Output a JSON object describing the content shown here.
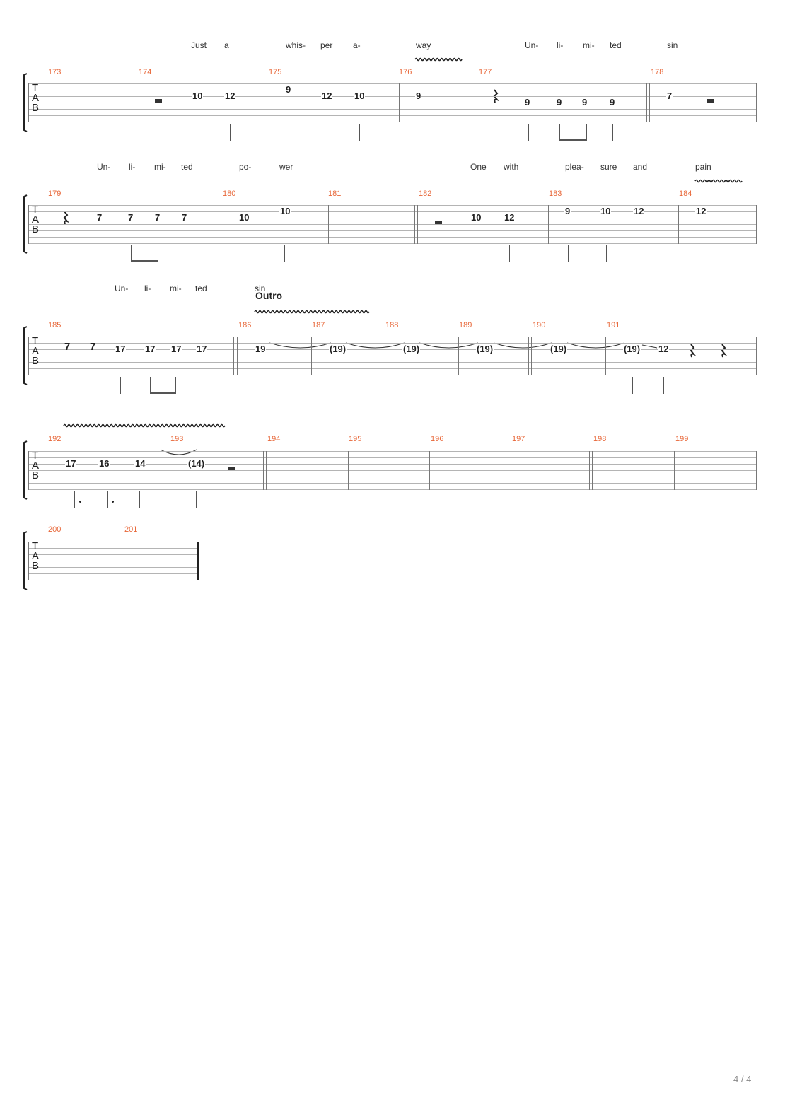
{
  "page_number": "4 / 4",
  "tab_letters": [
    "T",
    "A",
    "B"
  ],
  "section": {
    "label": "Outro"
  },
  "systems": [
    {
      "lyrics": [
        "Just",
        "a",
        "whis-",
        "per",
        "a-",
        "way",
        "Un-",
        "li-",
        "mi-",
        "ted",
        "sin"
      ],
      "measures": [
        "173",
        "174",
        "175",
        "176",
        "177",
        "178"
      ],
      "notes": [
        "10",
        "12",
        "9",
        "12",
        "10",
        "9",
        "9",
        "9",
        "9",
        "9",
        "7"
      ]
    },
    {
      "lyrics": [
        "Un-",
        "li-",
        "mi-",
        "ted",
        "po-",
        "wer",
        "One",
        "with",
        "plea-",
        "sure",
        "and",
        "pain"
      ],
      "measures": [
        "179",
        "180",
        "181",
        "182",
        "183",
        "184"
      ],
      "notes": [
        "7",
        "7",
        "7",
        "7",
        "10",
        "10",
        "10",
        "12",
        "9",
        "10",
        "12",
        "12"
      ]
    },
    {
      "lyrics": [
        "Un-",
        "li-",
        "mi-",
        "ted",
        "sin"
      ],
      "measures": [
        "185",
        "186",
        "187",
        "188",
        "189",
        "190",
        "191"
      ],
      "notes": [
        "17",
        "17",
        "17",
        "17",
        "19",
        "(19)",
        "(19)",
        "(19)",
        "(19)",
        "(19)",
        "12"
      ]
    },
    {
      "lyrics": [],
      "measures": [
        "192",
        "193",
        "194",
        "195",
        "196",
        "197",
        "198",
        "199"
      ],
      "notes": [
        "17",
        "16",
        "14",
        "(14)"
      ]
    },
    {
      "lyrics": [],
      "measures": [
        "200",
        "201"
      ],
      "notes": []
    }
  ]
}
